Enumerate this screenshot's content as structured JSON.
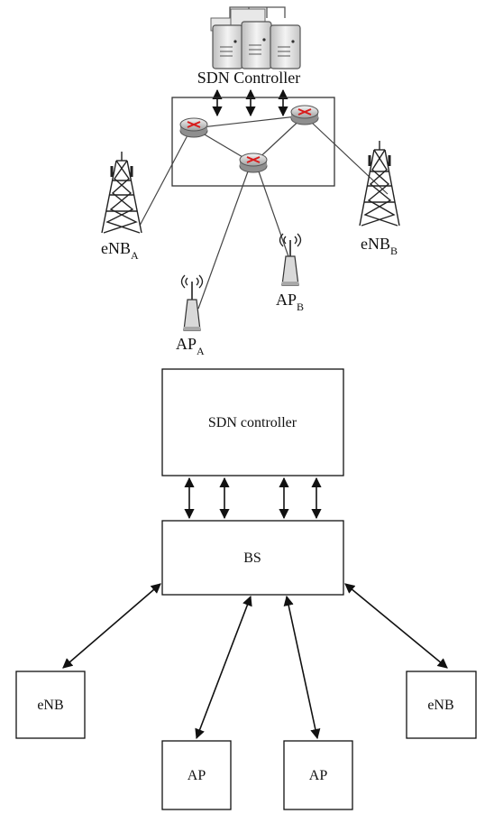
{
  "top": {
    "controller_label": "SDN Controller",
    "enb_a": {
      "base": "eNB",
      "sub": "A"
    },
    "enb_b": {
      "base": "eNB",
      "sub": "B"
    },
    "ap_a": {
      "base": "AP",
      "sub": "A"
    },
    "ap_b": {
      "base": "AP",
      "sub": "B"
    }
  },
  "bottom": {
    "controller_label": "SDN controller",
    "bs_label": "BS",
    "enb_left_label": "eNB",
    "enb_right_label": "eNB",
    "ap_left_label": "AP",
    "ap_right_label": "AP"
  },
  "icons": {
    "router_color": "#d81b1b",
    "device_gray": "#d9d9d9"
  }
}
